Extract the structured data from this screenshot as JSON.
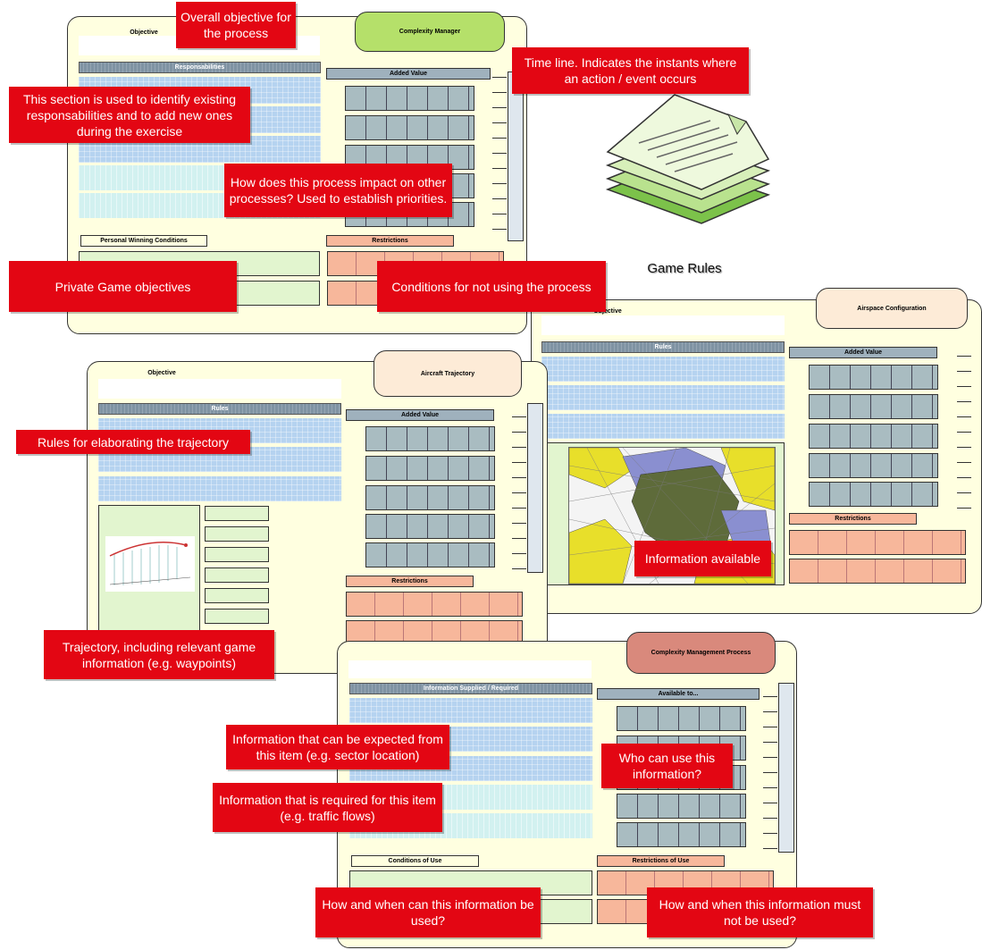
{
  "cards": {
    "complexity_manager": {
      "title": "Complexity Manager",
      "objective": "Objective",
      "responsibilities": "Responsabilities",
      "added_value": "Added Value",
      "personal_winning": "Personal Winning Conditions",
      "restrictions": "Restrictions"
    },
    "airspace": {
      "title": "Airspace Configuration",
      "objective": "Objective",
      "rules": "Rules",
      "added_value": "Added Value",
      "restrictions": "Restrictions"
    },
    "aircraft": {
      "title": "Aircraft Trajectory",
      "objective": "Objective",
      "rules": "Rules",
      "added_value": "Added Value",
      "restrictions": "Restrictions"
    },
    "process": {
      "title": "Complexity Management Process",
      "info": "Information Supplied / Required",
      "available": "Available to...",
      "conditions": "Conditions of Use",
      "restrictions": "Restrictions of Use"
    }
  },
  "game_rules_label": "Game Rules",
  "notes": {
    "overall_objective": "Overall objective for the process",
    "timeline": "Time line. Indicates the instants where an action / event occurs",
    "responsibilities": "This section is used to identify existing responsabilities and to add new ones during the exercise",
    "impact": "How does this process impact on other processes? Used to establish priorities.",
    "private": "Private Game objectives",
    "not_using": "Conditions for not using the process",
    "rules_trajectory": "Rules for elaborating the trajectory",
    "info_available": "Information available",
    "trajectory": "Trajectory, including relevant game information (e.g. waypoints)",
    "info_expected": "Information that can be expected from this item (e.g. sector location)",
    "who_can_use": "Who can use this information?",
    "info_required": "Information that is required for this item (e.g. traffic flows)",
    "how_when": "How and when can this information be used?",
    "must_not": "How and when this information must not be used?"
  },
  "colors": {
    "note_red": "#e30613",
    "card_fill": "#ffffe0",
    "pill_green": "#b5e06a",
    "pill_peach": "#fdebd7",
    "pill_rose": "#d9897c"
  }
}
